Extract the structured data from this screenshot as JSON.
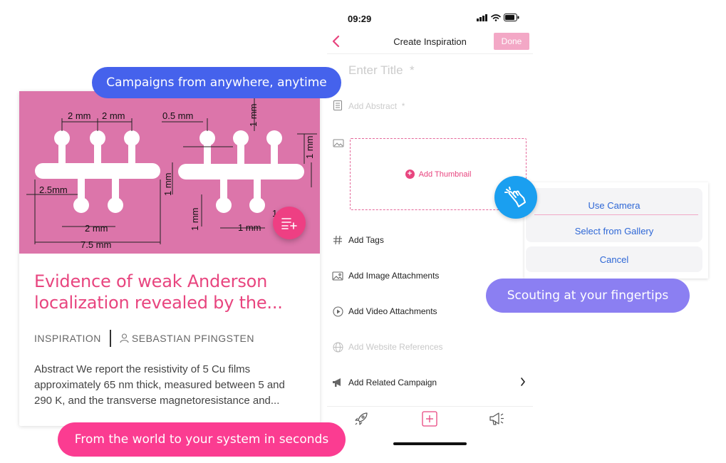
{
  "colors": {
    "accent_pink": "#e8457f",
    "card_image_bg": "#dc75aa",
    "pill_blue": "#4562ec",
    "pill_pink": "#fb3c91",
    "pill_purple": "#8b7ff2",
    "ios_blue": "#2e67d6",
    "tap_badge": "#1a9ff0"
  },
  "pills": {
    "top": "Campaigns from anywhere, anytime",
    "bottom": "From the world to your system in seconds",
    "right": "Scouting at your fingertips"
  },
  "card": {
    "image_labels": {
      "d1": "2 mm",
      "d2": "2 mm",
      "d3": "0.5 mm",
      "d4": "1 mm",
      "d5": "1 mm",
      "d6": "2.5mm",
      "d7": "1 mm",
      "d8": "2 mm",
      "d9": "1 mm",
      "d10": "1 mm",
      "d11": "7.5 mm",
      "d12": "1"
    },
    "fab_icon": "add-to-list-icon",
    "title_line1": "Evidence of weak Anderson",
    "title_line2": "localization revealed by the...",
    "category": "INSPIRATION",
    "author": "SEBASTIAN PFINGSTEN",
    "abstract_line1": "Abstract We report the resistivity of 5 Cu films",
    "abstract_line2": "approximately 65 nm thick, measured between 5 and",
    "abstract_line3": "290 K, and the transverse magnetoresistance and..."
  },
  "phone": {
    "status_time": "09:29",
    "nav_title": "Create Inspiration",
    "done_label": "Done",
    "title_placeholder": "Enter Title  *",
    "abstract_placeholder": "Add Abstract  *",
    "add_thumbnail": "Add Thumbnail",
    "rows": [
      {
        "label": "Add Tags",
        "icon": "hash-icon"
      },
      {
        "label": "Add Image Attachments",
        "icon": "image-icon"
      },
      {
        "label": "Add Video Attachments",
        "icon": "play-circle-icon"
      },
      {
        "label": "Add  Website References",
        "icon": "globe-icon"
      },
      {
        "label": "Add Related Campaign",
        "icon": "megaphone-icon"
      }
    ]
  },
  "action_sheet": {
    "camera": "Use Camera",
    "gallery": "Select from Gallery",
    "cancel": "Cancel"
  }
}
